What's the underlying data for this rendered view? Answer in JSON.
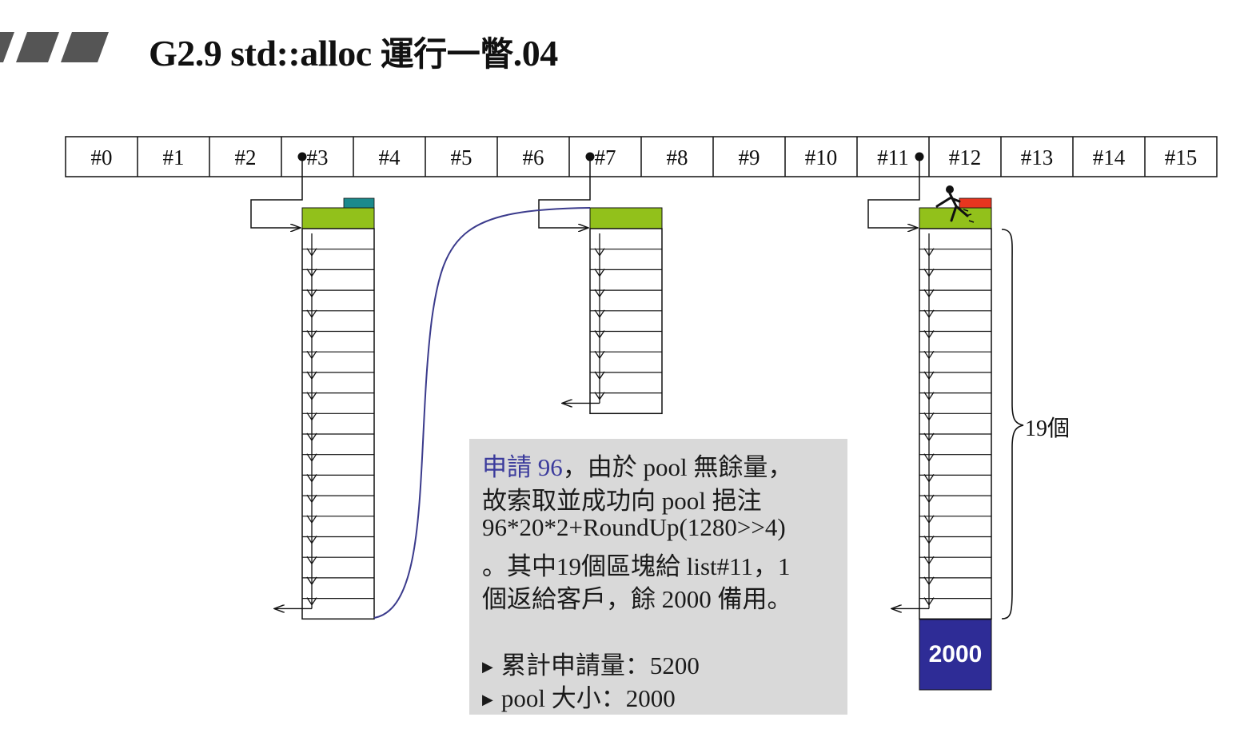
{
  "title": {
    "prefix": "G2.9 std::alloc ",
    "cjk": "運行一瞥",
    "suffix": ".04"
  },
  "free_list_slots": [
    "#0",
    "#1",
    "#2",
    "#3",
    "#4",
    "#5",
    "#6",
    "#7",
    "#8",
    "#9",
    "#10",
    "#11",
    "#12",
    "#13",
    "#14",
    "#15"
  ],
  "colors": {
    "chunk_head": "#92c11b",
    "teal_tag": "#1b8a8c",
    "red_tag": "#e8351f",
    "pool_block": "#2e2c96",
    "link_curve": "#3b3b8c",
    "note_bg": "#d9d9d9",
    "stripe": "#555555"
  },
  "brace_label": "19個",
  "pool_block_label": "2000",
  "note": {
    "line1_hl": "申請 96",
    "line1_rest": "，由於 pool 無餘量，",
    "line2": "故索取並成功向 pool 挹注",
    "line3": "96*20*2+RoundUp(1280>>4)",
    "line4": "。其中19個區塊給 list#11，1",
    "line5": "個返給客戶，餘 2000 備用。",
    "stat1": "累計申請量：5200",
    "stat2": "pool 大小：2000",
    "bullet_icon": "triangle-right"
  }
}
